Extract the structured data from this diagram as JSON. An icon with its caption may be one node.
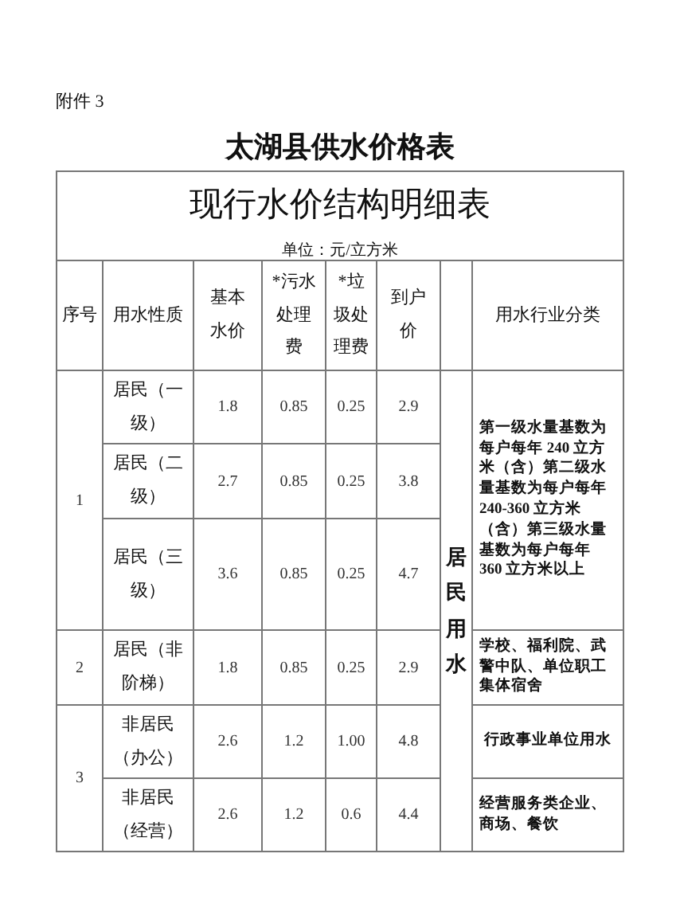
{
  "diagram": {
    "title": "太湖县供水价格表",
    "labels": [
      "附件 3",
      "现行水价结构明细表",
      "单位：元/立方米",
      "序号",
      "用水性质",
      "基本水价",
      "*污水处理费",
      "*垃圾处理费",
      "到户价",
      "用水行业分类",
      "1",
      "居民（一级）",
      "1.8",
      "0.85",
      "0.25",
      "2.9",
      "居民用水",
      "第一级水量基数为每户每年 240 立方米（含）第二级水量基数为每户每年 240-360 立方米（含）第三级水量基数为每户每年 360 立方米以上",
      "居民（二级）",
      "2.7",
      "0.85",
      "0.25",
      "3.8",
      "居民（三级）",
      "3.6",
      "0.85",
      "0.25",
      "4.7",
      "2",
      "居民（非阶梯）",
      "1.8",
      "0.85",
      "0.25",
      "2.9",
      "学校、福利院、武警中队、单位职工集体宿舍",
      "3",
      "非居民（办公）",
      "2.6",
      "1.2",
      "1.00",
      "4.8",
      "行政事业单位用水",
      "非居民（经营）",
      "2.6",
      "1.2",
      "0.6",
      "4.4",
      "经营服务类企业、商场、餐饮"
    ]
  }
}
